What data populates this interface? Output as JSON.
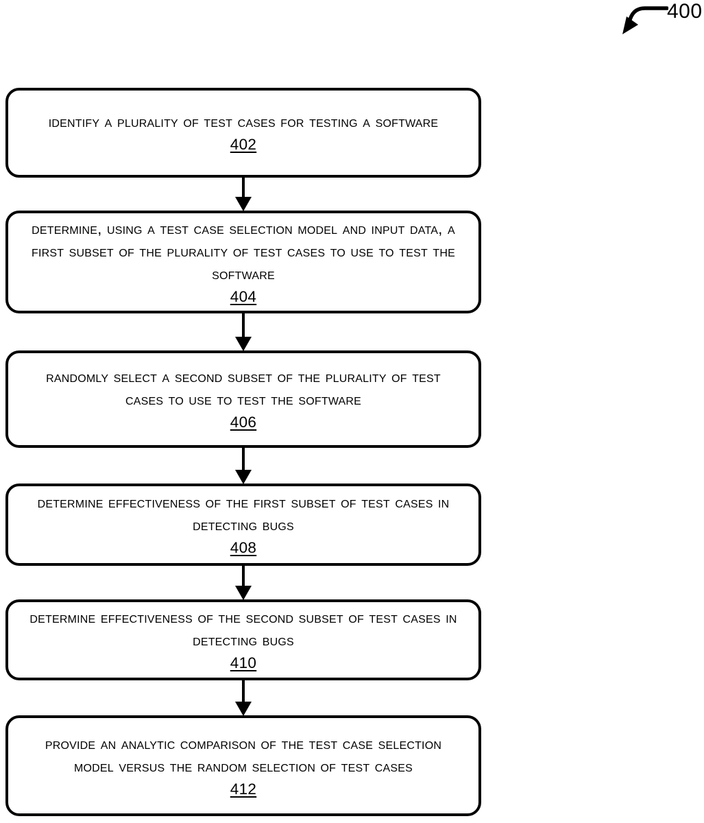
{
  "figure": {
    "reference_number": "400",
    "pointer_icon": "curved-arrow-icon"
  },
  "flowchart": {
    "type": "flowchart",
    "orientation": "vertical",
    "colors": {
      "stroke": "#000000",
      "fill": "#ffffff",
      "background": "#ffffff"
    },
    "steps": [
      {
        "id": "402",
        "text": "Identify a plurality of test cases for testing a software",
        "number": "402"
      },
      {
        "id": "404",
        "text": "Determine, using a test case selection model and input data, a first subset of the plurality of test cases to use to test the software",
        "number": "404"
      },
      {
        "id": "406",
        "text": "Randomly select a second subset of the plurality of test cases to use to test the software",
        "number": "406"
      },
      {
        "id": "408",
        "text": "Determine effectiveness of the first subset of test cases in detecting bugs",
        "number": "408"
      },
      {
        "id": "410",
        "text": "Determine effectiveness of the second subset of test cases in detecting bugs",
        "number": "410"
      },
      {
        "id": "412",
        "text": "Provide an analytic comparison of the test case selection model versus the random selection of test cases",
        "number": "412"
      }
    ],
    "connectors": [
      {
        "from": "402",
        "to": "404",
        "icon": "down-arrow-icon"
      },
      {
        "from": "404",
        "to": "406",
        "icon": "down-arrow-icon"
      },
      {
        "from": "406",
        "to": "408",
        "icon": "down-arrow-icon"
      },
      {
        "from": "408",
        "to": "410",
        "icon": "down-arrow-icon"
      },
      {
        "from": "410",
        "to": "412",
        "icon": "down-arrow-icon"
      }
    ]
  }
}
